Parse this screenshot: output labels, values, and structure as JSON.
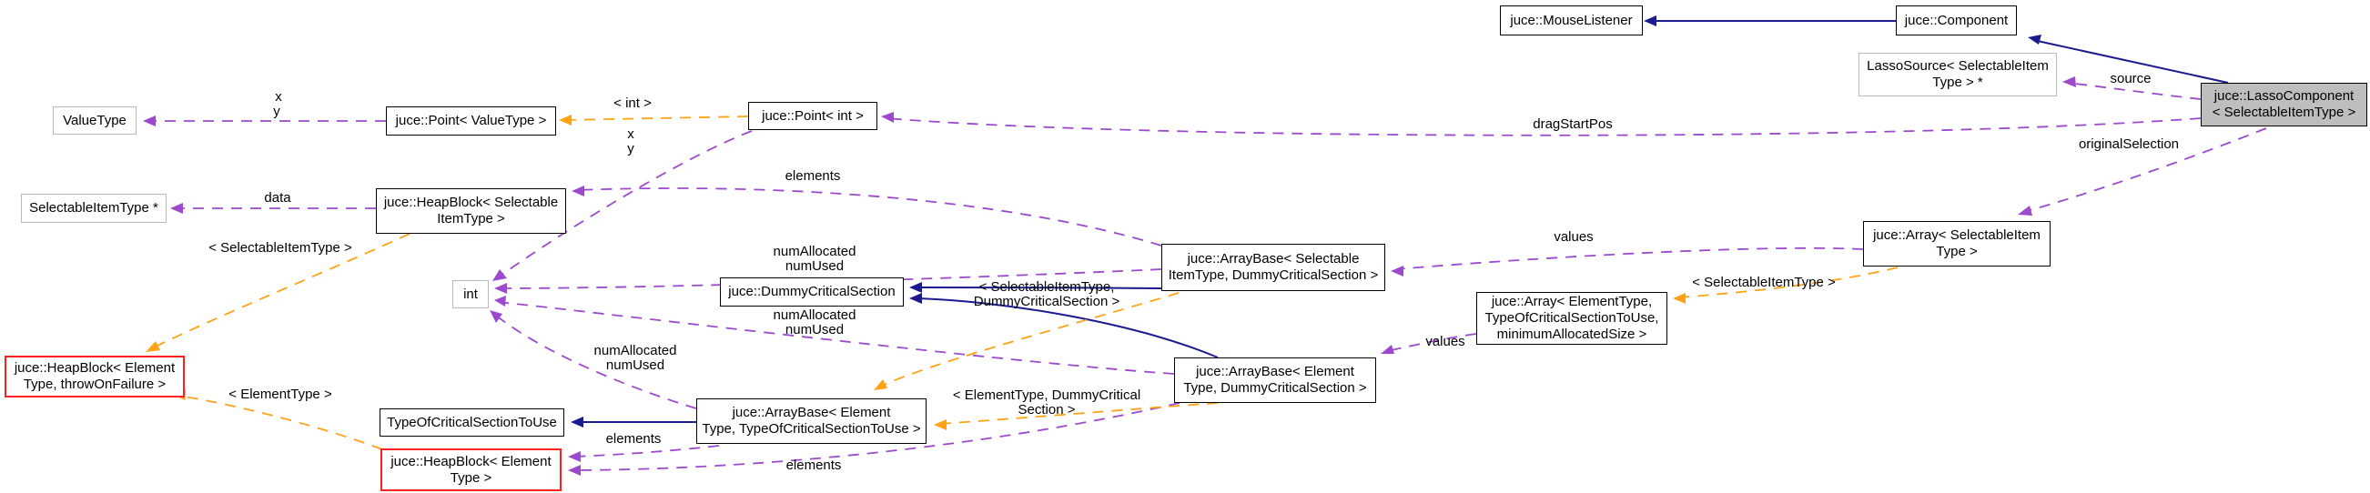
{
  "colors": {
    "c-inherit": "#1b1b8f",
    "c-usage": "#9c49cf",
    "c-template": "#ffa214",
    "c-border": "#000000",
    "c-plain-border": "#b9b9b9",
    "c-red": "#ff2020",
    "c-current-bg": "#bebebe",
    "c-bg": "#ffffff",
    "c-text": "#000000"
  },
  "nodes": {
    "value_type": {
      "lines": [
        "ValueType"
      ]
    },
    "point_valuetype": {
      "lines": [
        "juce::Point< ValueType >"
      ]
    },
    "point_int": {
      "lines": [
        "juce::Point< int >"
      ]
    },
    "mouse_listener": {
      "lines": [
        "juce::MouseListener"
      ]
    },
    "component": {
      "lines": [
        "juce::Component"
      ]
    },
    "lasso_source": {
      "lines": [
        "LassoSource< SelectableItem",
        "Type > *"
      ]
    },
    "lasso_component": {
      "lines": [
        "juce::LassoComponent",
        "< SelectableItemType >"
      ]
    },
    "selectable_ptr": {
      "lines": [
        "SelectableItemType *"
      ]
    },
    "heapblock_selectable": {
      "lines": [
        "juce::HeapBlock< Selectable",
        "ItemType >"
      ]
    },
    "arraybase_selectable": {
      "lines": [
        "juce::ArrayBase< Selectable",
        "ItemType, DummyCriticalSection >"
      ]
    },
    "int_type": {
      "lines": [
        "int"
      ]
    },
    "dummy_critical_section": {
      "lines": [
        "juce::DummyCriticalSection"
      ]
    },
    "array_selectable": {
      "lines": [
        "juce::Array< SelectableItem",
        "Type >"
      ]
    },
    "array_element": {
      "lines": [
        "juce::Array< ElementType,",
        "TypeOfCriticalSectionToUse,",
        "minimumAllocatedSize >"
      ]
    },
    "arraybase_element_dummy": {
      "lines": [
        "juce::ArrayBase< Element",
        "Type, DummyCriticalSection >"
      ]
    },
    "arraybase_element_toc": {
      "lines": [
        "juce::ArrayBase< Element",
        "Type, TypeOfCriticalSectionToUse >"
      ]
    },
    "type_of_critical_section": {
      "lines": [
        "TypeOfCriticalSectionToUse"
      ]
    },
    "heapblock_element_throw": {
      "lines": [
        "juce::HeapBlock< Element",
        "Type, throwOnFailure >"
      ]
    },
    "heapblock_element": {
      "lines": [
        "juce::HeapBlock< Element",
        "Type >"
      ]
    }
  },
  "edge_labels": {
    "x1": "x",
    "y1": "y",
    "tpl_int": "< int >",
    "x2": "x",
    "y2": "y",
    "dragStartPos": "dragStartPos",
    "source": "source",
    "originalSelection": "originalSelection",
    "data": "data",
    "elements1": "elements",
    "numAllocated1": "numAllocated\nnumUsed",
    "values1": "values",
    "tpl_selectable_left": "< SelectableItemType >",
    "tpl_selectable_dummy": "< SelectableItemType,\nDummyCriticalSection >",
    "numAllocated2": "numAllocated\nnumUsed",
    "numAllocated3": "numAllocated\nnumUsed",
    "values2": "values",
    "tpl_selectable_right": "< SelectableItemType >",
    "tpl_element_dummy": "< ElementType, DummyCritical\nSection >",
    "elements2": "elements",
    "elements3": "elements",
    "tpl_element": "< ElementType >"
  }
}
